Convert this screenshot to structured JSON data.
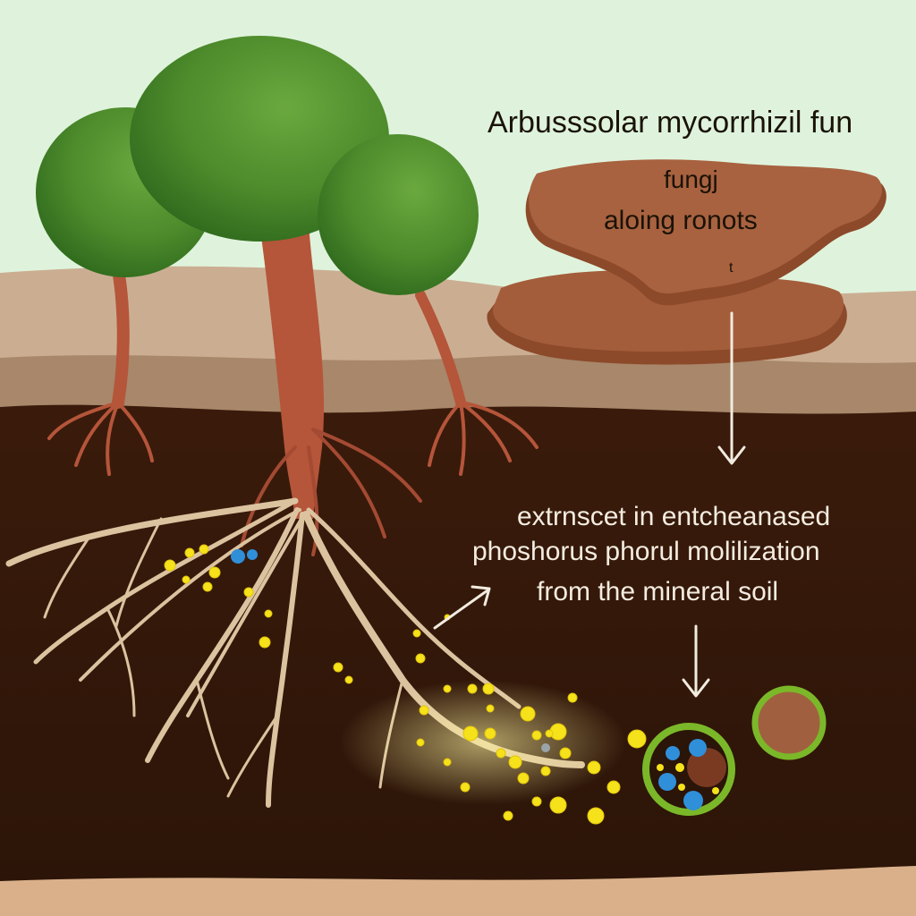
{
  "labels": {
    "top_line1": "Arbusssolar mycorrhizil fun",
    "top_line2": "fungj",
    "top_line3": "aloing ronots",
    "top_small": "t",
    "mid_line1": "extrnscet in entcheanased",
    "mid_line2": "phoshorus phorul molilization",
    "mid_line3": "from the  mineral soil"
  },
  "colors": {
    "sky": "#dff3dc",
    "hill_far": "#c9ab8f",
    "hill_mid": "#a68467",
    "soil": "#3b1d0d",
    "soil_bottom": "#d9b08a",
    "canopy": "#4e8e2c",
    "trunk": "#b5553a",
    "roots": "#dcc3a0",
    "phosphorus": "#f5e21b",
    "nutrient": "#2f8fd9",
    "soil_clump": "#a0603f",
    "ring": "#7bb829"
  }
}
